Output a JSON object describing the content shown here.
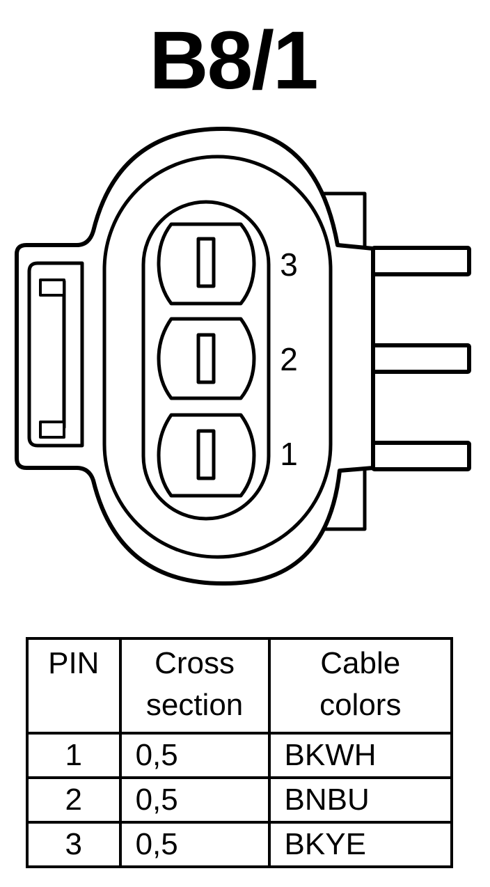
{
  "title": "B8/1",
  "connector": {
    "pin_labels": [
      "3",
      "2",
      "1"
    ]
  },
  "table": {
    "headers": {
      "pin": "PIN",
      "cross_line1": "Cross",
      "cross_line2": "section",
      "color_line1": "Cable",
      "color_line2": "colors"
    },
    "rows": [
      {
        "pin": "1",
        "cross": "0,5",
        "color": "BKWH"
      },
      {
        "pin": "2",
        "cross": "0,5",
        "color": "BNBU"
      },
      {
        "pin": "3",
        "cross": "0,5",
        "color": "BKYE"
      }
    ]
  }
}
